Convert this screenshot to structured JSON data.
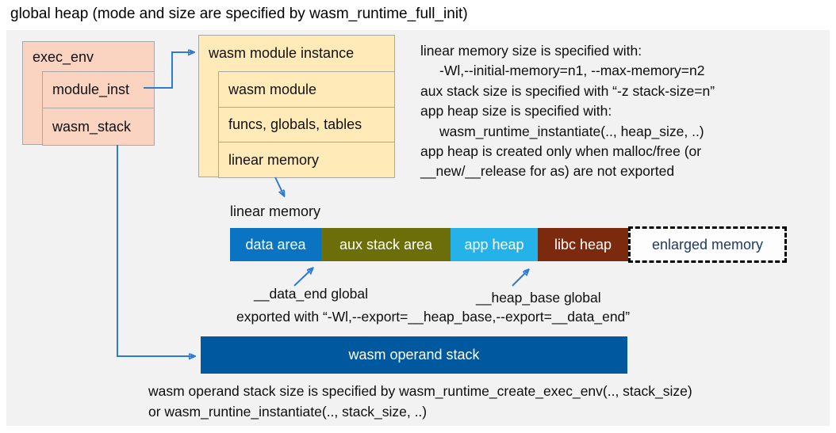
{
  "title": "global heap (mode and size are specified by wasm_runtime_full_init)",
  "exec_env": {
    "title": "exec_env",
    "rows": [
      "module_inst",
      "wasm_stack"
    ]
  },
  "module_instance": {
    "title": "wasm module instance",
    "rows": [
      "wasm module",
      "funcs, globals, tables",
      "linear memory"
    ]
  },
  "notes_top": {
    "lines": [
      "linear memory size is specified with:",
      "-Wl,--initial-memory=n1, --max-memory=n2",
      "aux stack size is specified with “-z stack-size=n”",
      "app heap size is specified with:",
      "wasm_runtime_instantiate(.., heap_size, ..)",
      "app heap is created only when malloc/free (or",
      "__new/__release for as) are not exported"
    ]
  },
  "linear_memory": {
    "label": "linear memory",
    "segments": [
      {
        "label": "data area",
        "color": "#0a74c2"
      },
      {
        "label": "aux stack area",
        "color": "#6b6e09"
      },
      {
        "label": "app heap",
        "color": "#24b2e9"
      },
      {
        "label": "libc heap",
        "color": "#7b2a0e"
      },
      {
        "label": "enlarged memory",
        "color": "#ffffff",
        "text_color": "#1f3a67",
        "border_style": "dashed"
      }
    ]
  },
  "annotations": {
    "data_end": "__data_end global",
    "heap_base": "__heap_base global",
    "exported": "exported with “-Wl,--export=__heap_base,--export=__data_end”"
  },
  "operand_stack": {
    "label": "wasm operand stack",
    "color": "#00599e"
  },
  "notes_bottom": {
    "lines": [
      "wasm operand stack size is specified by wasm_runtime_create_exec_env(.., stack_size)",
      "or wasm_runtine_instantiate(.., stack_size, ..)"
    ]
  },
  "colors": {
    "panel_bg": "#f2f2f2",
    "exec_env_fill": "#fad3c1",
    "module_instance_fill": "#ffeab8",
    "box_border": "#a8a8a8",
    "arrow": "#2e7bd3",
    "text": "#111111"
  }
}
